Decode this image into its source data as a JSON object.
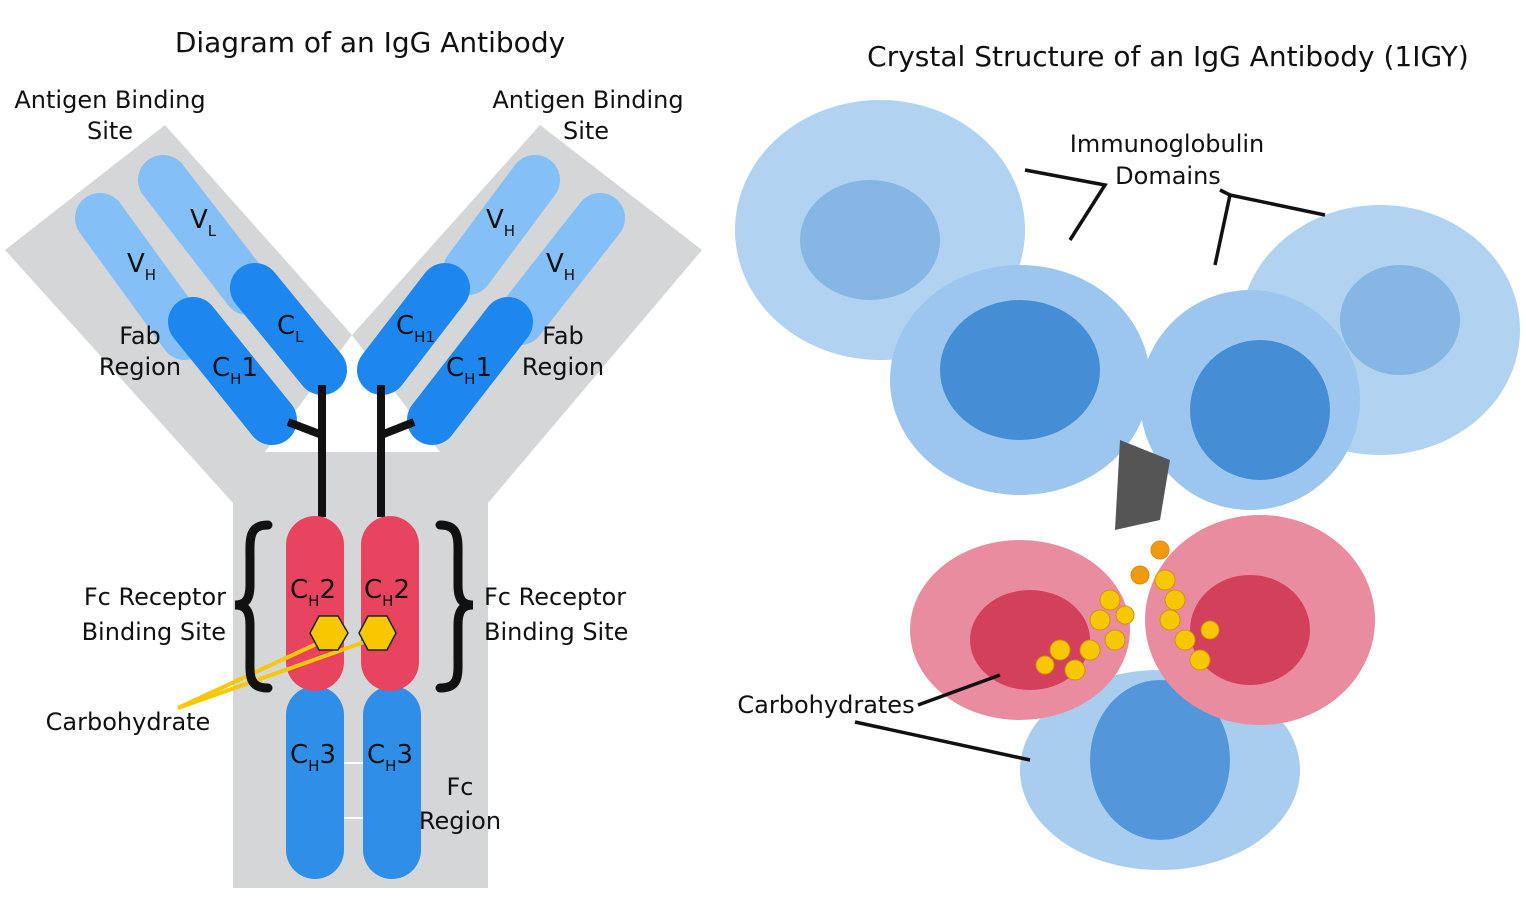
{
  "left": {
    "title": "Diagram of an IgG Antibody",
    "antigen_left": [
      "Antigen Binding",
      "Site"
    ],
    "antigen_right": [
      "Antigen Binding",
      "Site"
    ],
    "fab_left": [
      "Fab",
      "Region"
    ],
    "fab_right": [
      "Fab",
      "Region"
    ],
    "fc_receptor_left": [
      "Fc Receptor",
      "Binding Site"
    ],
    "fc_receptor_right": [
      "Fc Receptor",
      "Binding Site"
    ],
    "carbohydrate": "Carbohydrate",
    "fc_region": [
      "Fc",
      "Region"
    ],
    "domains": {
      "C": "C",
      "V": "V",
      "H": "H",
      "L": "L",
      "one": "1",
      "two": "2",
      "three": "3"
    }
  },
  "right": {
    "title": "Crystal Structure of an IgG Antibody (1IGY)",
    "ig_domains": [
      "Immunoglobulin",
      "Domains"
    ],
    "carbohydrates": "Carbohydrates"
  },
  "colors": {
    "light_blue": "#85bff8",
    "dark_blue": "#1e86ef",
    "red": "#e8435f",
    "yellow": "#f7c800",
    "gray": "#d5d6d7"
  }
}
